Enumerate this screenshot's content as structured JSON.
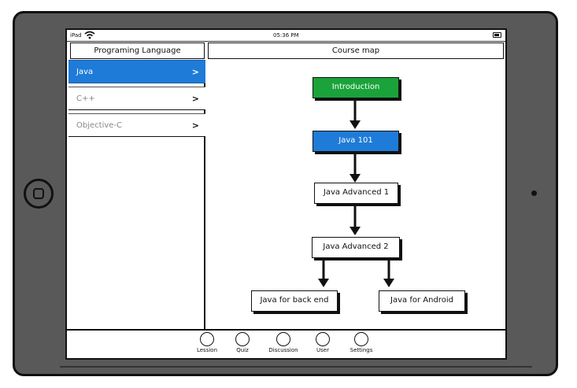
{
  "status_bar": {
    "device": "iPad",
    "time": "05:36 PM"
  },
  "left_panel": {
    "header": "Programing Language",
    "items": [
      {
        "label": "Java",
        "chevron": ">",
        "selected": true
      },
      {
        "label": "C++",
        "chevron": ">",
        "selected": false
      },
      {
        "label": "Objective-C",
        "chevron": ">",
        "selected": false
      }
    ]
  },
  "course_map": {
    "header": "Course map",
    "nodes": {
      "introduction": "Introduction",
      "java101": "Java 101",
      "advanced1": "Java Advanced 1",
      "advanced2": "Java Advanced 2",
      "backend": "Java for back end",
      "android": "Java for Android"
    }
  },
  "tab_bar": {
    "items": [
      {
        "label": "Lession",
        "icon": "circle-icon"
      },
      {
        "label": "Quiz",
        "icon": "circle-icon"
      },
      {
        "label": "Discussion",
        "icon": "circle-icon"
      },
      {
        "label": "User",
        "icon": "circle-icon"
      },
      {
        "label": "Settings",
        "icon": "circle-icon"
      }
    ]
  },
  "colors": {
    "selected": "#1e7bd8",
    "intro_node": "#1aa33b",
    "device_frame": "#595959"
  }
}
